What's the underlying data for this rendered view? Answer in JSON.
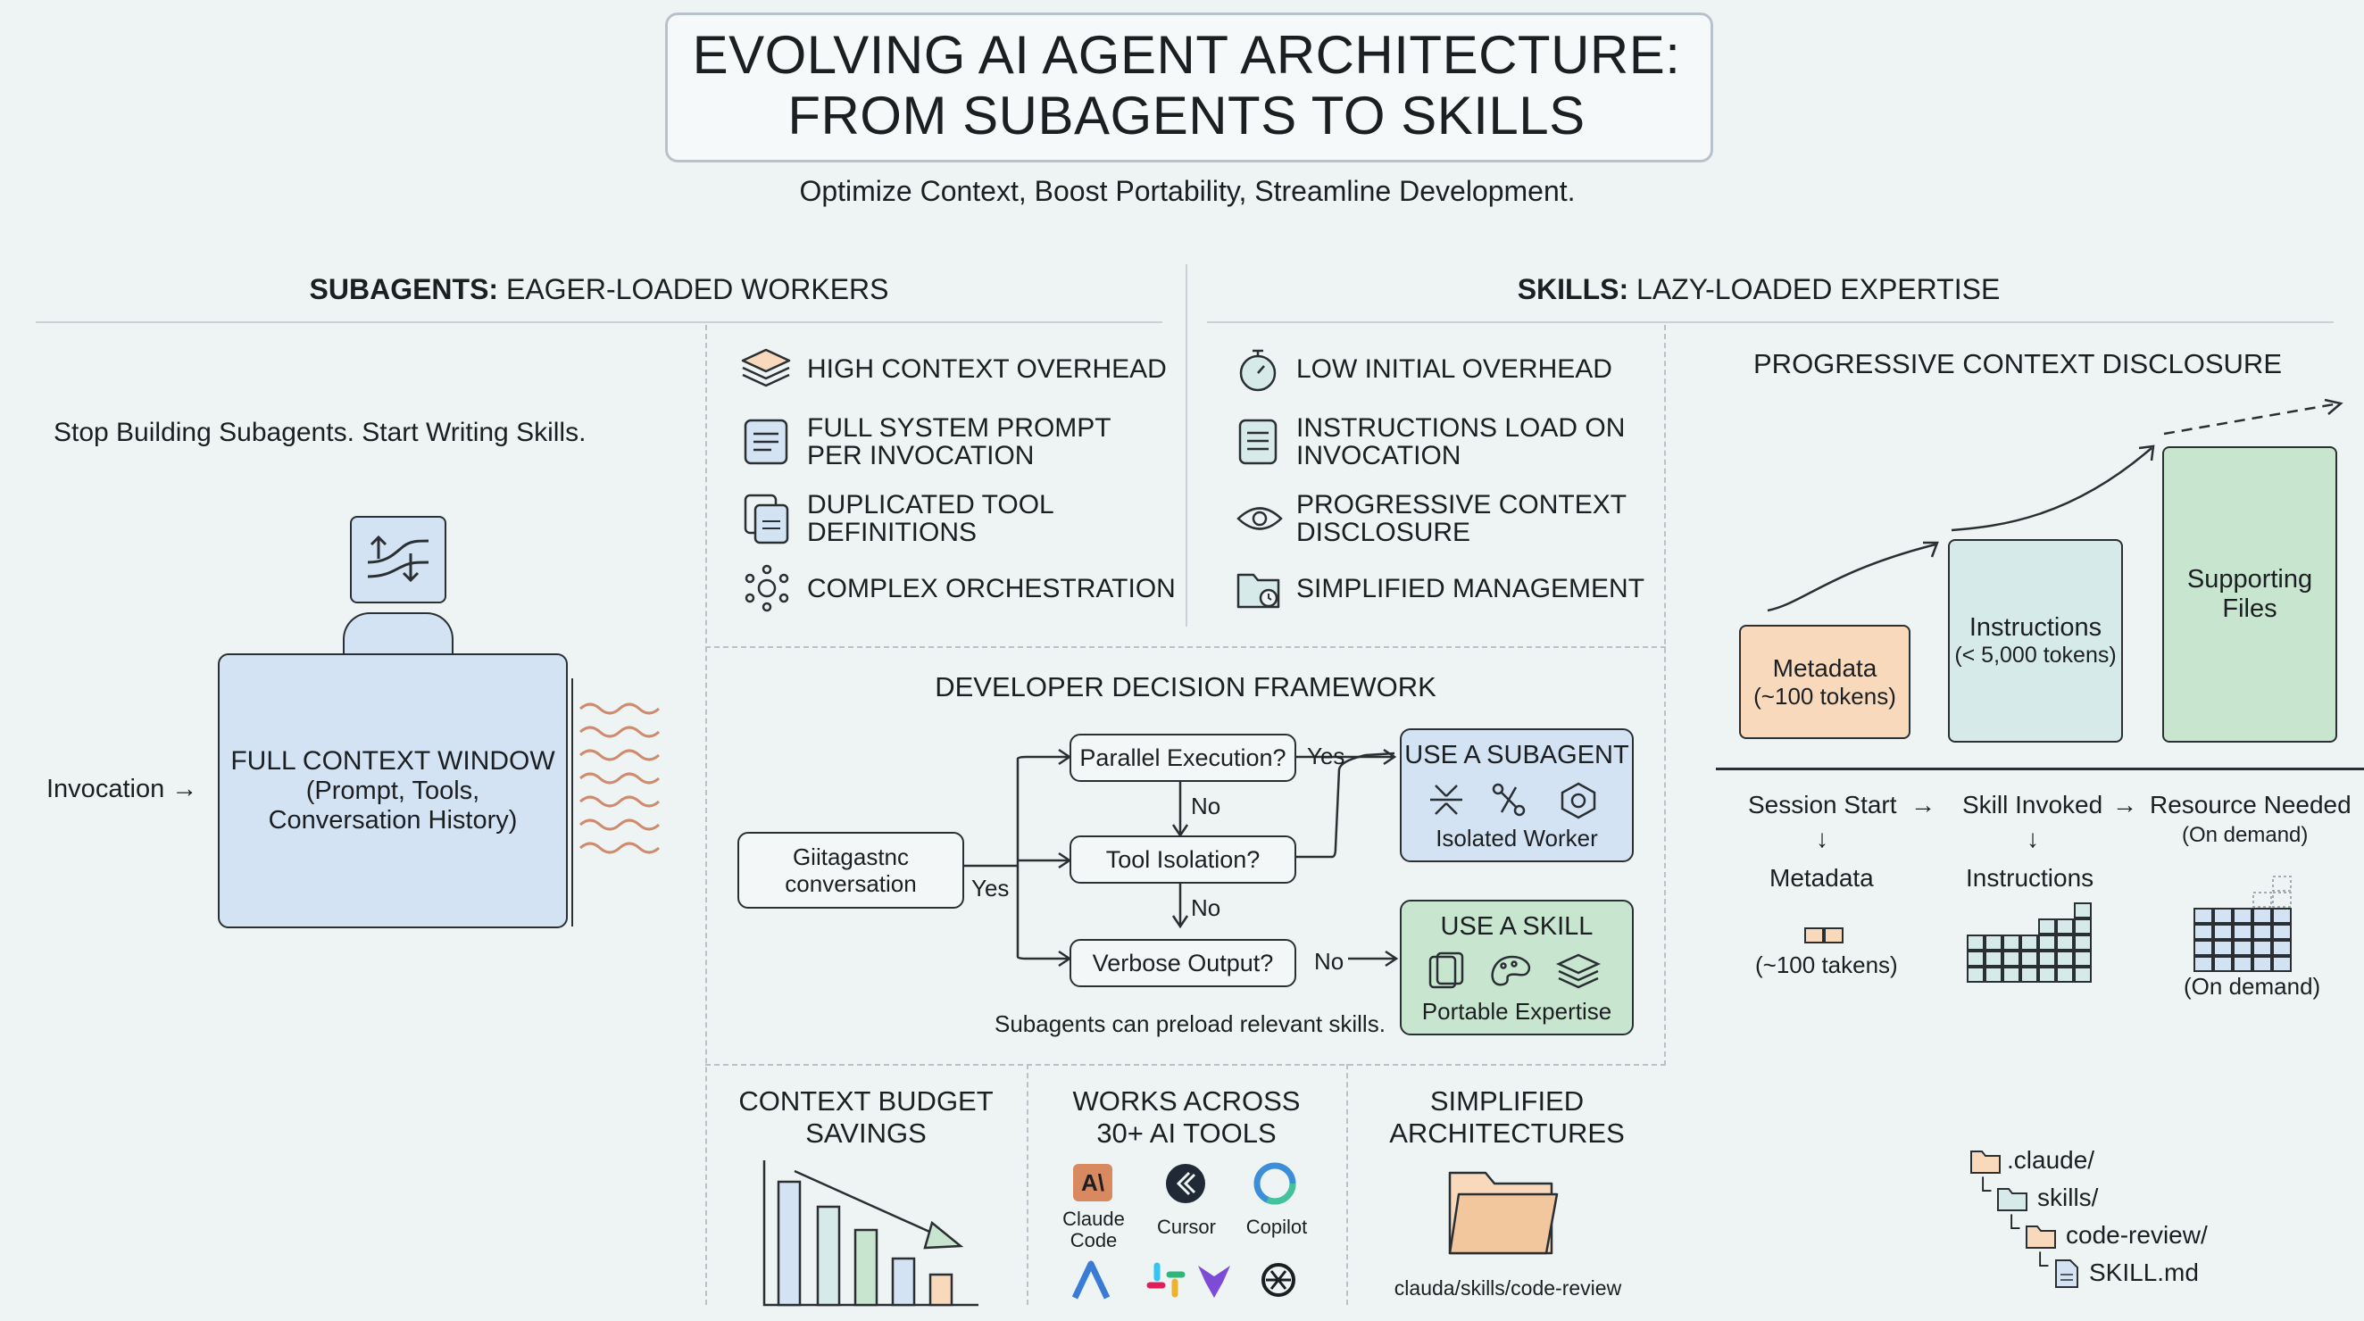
{
  "header": {
    "title_line1": "EVOLVING AI AGENT ARCHITECTURE:",
    "title_line2": "FROM SUBAGENTS TO SKILLS",
    "subtitle": "Optimize Context, Boost Portability, Streamline Development."
  },
  "subagents": {
    "heading_bold": "SUBAGENTS:",
    "heading_rest": " EAGER-LOADED WORKERS",
    "tagline": "Stop Building Subagents. Start Writing Skills.",
    "invocation": "Invocation →",
    "context_window": [
      "FULL CONTEXT WINDOW",
      "(Prompt, Tools,",
      "Conversation History)"
    ],
    "items": [
      "HIGH CONTEXT OVERHEAD",
      "FULL SYSTEM PROMPT PER INVOCATION",
      "DUPLICATED TOOL DEFINITIONS",
      "COMPLEX ORCHESTRATION"
    ]
  },
  "skills": {
    "heading_bold": "SKILLS:",
    "heading_rest": " LAZY-LOADED EXPERTISE",
    "items": [
      "LOW INITIAL OVERHEAD",
      "INSTRUCTIONS LOAD ON INVOCATION",
      "PROGRESSIVE CONTEXT DISCLOSURE",
      "SIMPLIFIED MANAGEMENT"
    ]
  },
  "progressive": {
    "title": "PROGRESSIVE CONTEXT DISCLOSURE",
    "metadata_box": [
      "Metadata",
      "(~100 tokens)"
    ],
    "instructions_box": [
      "Instructions",
      "(< 5,000 tokens)"
    ],
    "supporting_box": [
      "Supporting",
      "Files"
    ],
    "timeline": {
      "session_start": "Session Start",
      "skill_invoked": "Skill Invoked",
      "resource_needed": "Resource Needed",
      "on_demand_top": "(On demand)",
      "metadata": "Metadata",
      "instructions": "Instructions",
      "metadata_tokens": "(~100 takens)",
      "on_demand_bottom": "(On demand)"
    },
    "arrows": "→",
    "down": "↓"
  },
  "framework": {
    "title": "DEVELOPER DECISION FRAMEWORK",
    "start": [
      "Giitagastnc",
      "conversation"
    ],
    "q1": "Parallel Execution?",
    "q2": "Tool Isolation?",
    "q3": "Verbose Output?",
    "yes": "Yes",
    "no": "No",
    "yes_entry": "Yes",
    "subagent_title": "USE A SUBAGENT",
    "subagent_caption": "Isolated Worker",
    "skill_title": "USE A SKILL",
    "skill_caption": "Portable Expertise",
    "note": "Subagents can preload relevant skills."
  },
  "bottom": {
    "budget_title": [
      "CONTEXT BUDGET",
      "SAVINGS"
    ],
    "tools_title": [
      "WORKS ACROSS",
      "30+ AI TOOLS"
    ],
    "tools": [
      "Claude Code",
      "Cursor",
      "Copilot"
    ],
    "claude_line1": "Claude",
    "claude_line2": "Code",
    "anthropic_mark": "A\\",
    "arch_title": [
      "SIMPLIFIED",
      "ARCHITECTURES"
    ],
    "path": "clauda/skills/code-review"
  },
  "tree": [
    ".claude/",
    "skills/",
    "code-review/",
    "SKILL.md"
  ],
  "colors": {
    "blue_fill": "#d3e3f3",
    "orange_fill": "#f8d9bc",
    "teal_fill": "#d6eaea",
    "green_fill": "#c8e6cf",
    "wave": "#d08a6e"
  }
}
